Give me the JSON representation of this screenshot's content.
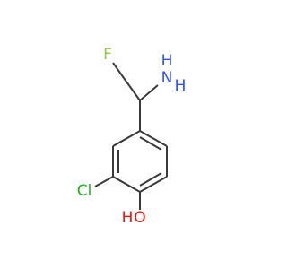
{
  "molecule": {
    "labels": {
      "fluorine": "F",
      "amine_nitrogen": "N",
      "amine_hydrogen": "H",
      "amine_hydrogen_2": "H",
      "chlorine": "Cl",
      "hydroxyl_oxygen": "O",
      "hydroxyl_hydrogen": "H"
    },
    "colors": {
      "bond": "#3a3a3a",
      "fluorine": "#90c840",
      "nitrogen": "#3050f8",
      "chlorine": "#1fb21f",
      "oxygen": "#ff0d0d"
    }
  }
}
